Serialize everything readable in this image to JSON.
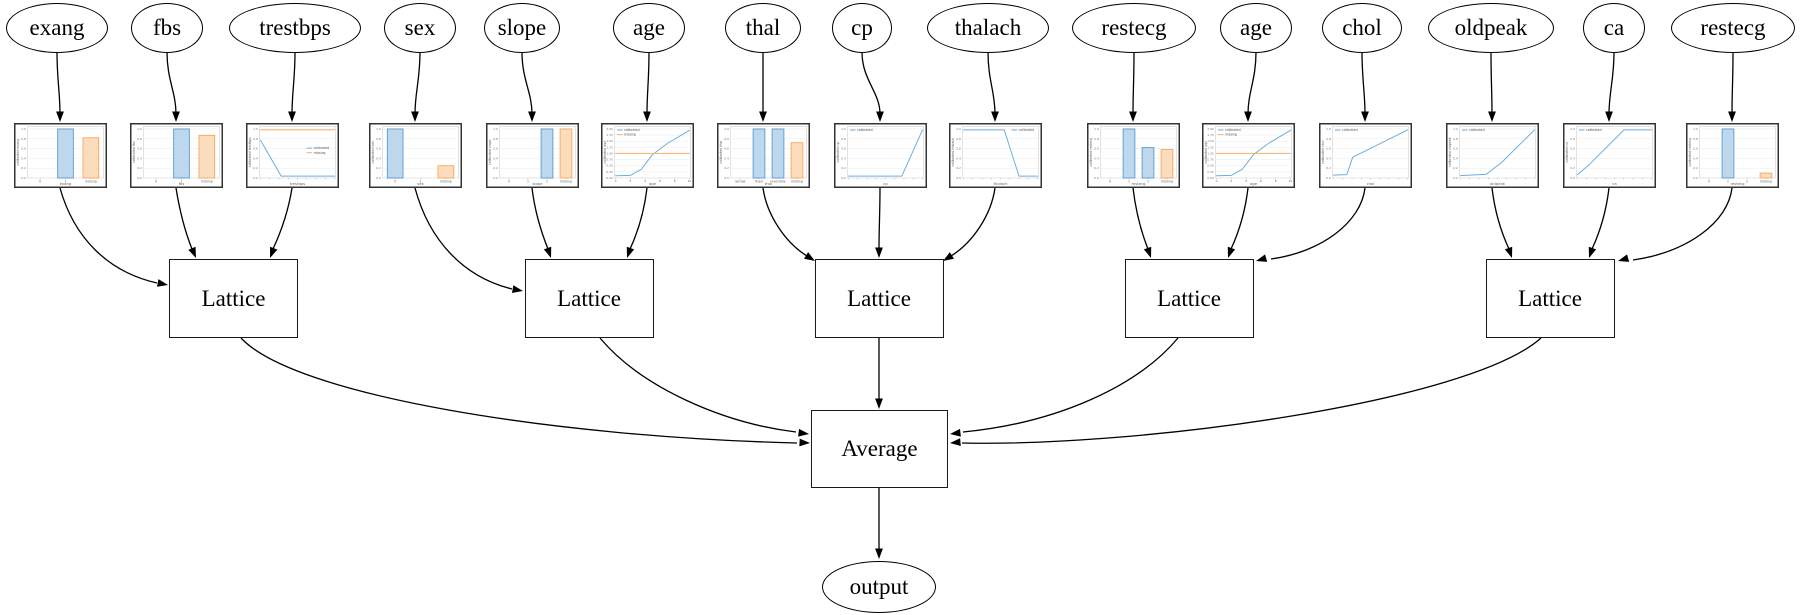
{
  "diagram": {
    "kind": "lattice-ensemble-model-graph",
    "features": [
      "exang",
      "fbs",
      "trestbps",
      "sex",
      "slope",
      "age",
      "thal",
      "cp",
      "thalach",
      "restecg",
      "age",
      "chol",
      "oldpeak",
      "ca",
      "restecg"
    ],
    "groups": [
      {
        "lattice_label": "Lattice",
        "inputs": [
          "exang",
          "fbs",
          "trestbps"
        ]
      },
      {
        "lattice_label": "Lattice",
        "inputs": [
          "sex",
          "slope",
          "age"
        ]
      },
      {
        "lattice_label": "Lattice",
        "inputs": [
          "thal",
          "cp",
          "thalach"
        ]
      },
      {
        "lattice_label": "Lattice",
        "inputs": [
          "restecg",
          "age",
          "chol"
        ]
      },
      {
        "lattice_label": "Lattice",
        "inputs": [
          "oldpeak",
          "ca",
          "restecg"
        ]
      }
    ],
    "combiner_label": "Average",
    "output_label": "output"
  },
  "legend_labels": {
    "calibrated": "calibrated",
    "missing": "missing"
  },
  "colors": {
    "edge_black": "#000000",
    "bar_blue_fill": "#BDD7EC",
    "bar_blue_edge": "#5B9BD1",
    "bar_orange_fill": "#FBDDBD",
    "bar_orange_edge": "#F5A75E",
    "line_blue": "#6FAEDB",
    "line_orange": "#F9AE63",
    "grid_gray": "#ebebeb",
    "tick_gray": "#777777"
  },
  "chart_data": [
    {
      "type": "bar",
      "feature": "exang",
      "xlabel": "exang",
      "ylabel": "calibrated exang",
      "categories": [
        "0",
        "1",
        "missing"
      ],
      "values": [
        null,
        1.0,
        0.82
      ],
      "bar_colors": [
        null,
        "blue",
        "orange"
      ],
      "ylim": [
        0,
        1.05
      ],
      "yticks": [
        "0.0",
        "0.2",
        "0.4",
        "0.6",
        "0.8",
        "1.0"
      ]
    },
    {
      "type": "bar",
      "feature": "fbs",
      "xlabel": "fbs",
      "ylabel": "calibrated fbs",
      "categories": [
        "0",
        "1",
        "missing"
      ],
      "values": [
        null,
        1.0,
        0.87
      ],
      "bar_colors": [
        null,
        "blue",
        "orange"
      ],
      "ylim": [
        0,
        1.05
      ],
      "yticks": [
        "0.0",
        "0.2",
        "0.4",
        "0.6",
        "0.8",
        "1.0"
      ]
    },
    {
      "type": "line",
      "feature": "trestbps",
      "xlabel": "trestbps",
      "ylabel": "calibrated trestbps",
      "xlim": [
        0,
        10
      ],
      "ylim": [
        0,
        1.05
      ],
      "yticks": [
        "0.0",
        "0.2",
        "0.4",
        "0.6",
        "0.8",
        "1.0"
      ],
      "series": [
        {
          "name": "calibrated",
          "color": "blue",
          "points": [
            [
              0,
              0.78
            ],
            [
              2.8,
              0.02
            ],
            [
              10,
              0.02
            ]
          ]
        },
        {
          "name": "missing",
          "color": "orange",
          "points": [
            [
              0,
              1.0
            ],
            [
              10,
              1.0
            ]
          ]
        }
      ],
      "legend": "right"
    },
    {
      "type": "bar",
      "feature": "sex",
      "xlabel": "sex",
      "ylabel": "calibrated sex",
      "categories": [
        "0",
        "1",
        "missing"
      ],
      "values": [
        1.0,
        null,
        0.25
      ],
      "bar_colors": [
        "blue",
        null,
        "orange"
      ],
      "ylim": [
        0,
        1.05
      ],
      "yticks": [
        "0.0",
        "0.2",
        "0.4",
        "0.6",
        "0.8",
        "1.0"
      ]
    },
    {
      "type": "bar",
      "feature": "slope",
      "xlabel": "slope",
      "ylabel": "calibrated slope",
      "categories": [
        "0",
        "1",
        "2",
        "missing"
      ],
      "values": [
        null,
        null,
        1.0,
        1.0
      ],
      "bar_colors": [
        null,
        null,
        "blue",
        "orange"
      ],
      "ylim": [
        0,
        1.05
      ],
      "yticks": [
        "0.0",
        "0.2",
        "0.4",
        "0.6",
        "0.8",
        "1.0"
      ]
    },
    {
      "type": "line",
      "feature": "age",
      "xlabel": "age",
      "ylabel": "calibrated age",
      "xlim": [
        0,
        10
      ],
      "ylim": [
        0,
        2.1
      ],
      "yticks": [
        "0.00",
        "0.25",
        "0.50",
        "0.75",
        "1.00",
        "1.25",
        "1.50",
        "1.75",
        "2.00"
      ],
      "xticks": [
        "0",
        "2",
        "4",
        "6",
        "8",
        "10"
      ],
      "series": [
        {
          "name": "calibrated",
          "color": "blue",
          "points": [
            [
              0,
              0.05
            ],
            [
              2,
              0.07
            ],
            [
              3.5,
              0.33
            ],
            [
              5,
              0.95
            ],
            [
              7,
              1.42
            ],
            [
              10,
              1.98
            ]
          ]
        },
        {
          "name": "missing",
          "color": "orange",
          "points": [
            [
              0,
              1.0
            ],
            [
              10,
              1.0
            ]
          ]
        }
      ],
      "legend": "topleft"
    },
    {
      "type": "bar",
      "feature": "thal",
      "xlabel": "thal",
      "ylabel": "calibrated thal",
      "categories": [
        "normal",
        "fixed",
        "reversible",
        "missing"
      ],
      "values": [
        null,
        1.0,
        1.0,
        0.72
      ],
      "bar_colors": [
        null,
        "blue",
        "blue",
        "orange"
      ],
      "ylim": [
        0,
        1.05
      ],
      "yticks": [
        "0.0",
        "0.2",
        "0.4",
        "0.6",
        "0.8",
        "1.0"
      ]
    },
    {
      "type": "line",
      "feature": "cp",
      "xlabel": "cp",
      "ylabel": "calibrated cp",
      "xlim": [
        0,
        10
      ],
      "ylim": [
        0,
        1.05
      ],
      "yticks": [
        "0.0",
        "0.2",
        "0.4",
        "0.6",
        "0.8",
        "1.0"
      ],
      "series": [
        {
          "name": "calibrated",
          "color": "blue",
          "points": [
            [
              0,
              0.02
            ],
            [
              7.2,
              0.02
            ],
            [
              10,
              1.0
            ]
          ]
        }
      ],
      "legend": "topleft"
    },
    {
      "type": "line",
      "feature": "thalach",
      "xlabel": "thalach",
      "ylabel": "calibrated thalach",
      "xlim": [
        0,
        10
      ],
      "ylim": [
        0,
        1.05
      ],
      "yticks": [
        "0.0",
        "0.2",
        "0.4",
        "0.6",
        "0.8",
        "1.0"
      ],
      "series": [
        {
          "name": "calibrated",
          "color": "blue",
          "points": [
            [
              0,
              1.0
            ],
            [
              5.5,
              1.0
            ],
            [
              7.5,
              0.02
            ],
            [
              10,
              0.02
            ]
          ]
        }
      ],
      "legend": "topright"
    },
    {
      "type": "bar",
      "feature": "restecg",
      "xlabel": "restecg",
      "ylabel": "calibrated restecg",
      "categories": [
        "0",
        "1",
        "2",
        "missing"
      ],
      "values": [
        null,
        1.0,
        0.62,
        0.58
      ],
      "bar_colors": [
        null,
        "blue",
        "blue",
        "orange"
      ],
      "ylim": [
        0,
        1.05
      ],
      "yticks": [
        "0.0",
        "0.2",
        "0.4",
        "0.6",
        "0.8",
        "1.0"
      ]
    },
    {
      "type": "line",
      "feature": "age",
      "xlabel": "age",
      "ylabel": "calibrated age",
      "xlim": [
        0,
        10
      ],
      "ylim": [
        0,
        2.1
      ],
      "yticks": [
        "0.00",
        "0.25",
        "0.50",
        "0.75",
        "1.00",
        "1.25",
        "1.50",
        "1.75",
        "2.00"
      ],
      "xticks": [
        "0",
        "2",
        "4",
        "6",
        "8",
        "10"
      ],
      "series": [
        {
          "name": "calibrated",
          "color": "blue",
          "points": [
            [
              0,
              0.05
            ],
            [
              2,
              0.07
            ],
            [
              3.5,
              0.33
            ],
            [
              5,
              0.95
            ],
            [
              7,
              1.42
            ],
            [
              10,
              1.98
            ]
          ]
        },
        {
          "name": "missing",
          "color": "orange",
          "points": [
            [
              0,
              1.0
            ],
            [
              10,
              1.0
            ]
          ]
        }
      ],
      "legend": "topleft"
    },
    {
      "type": "line",
      "feature": "chol",
      "xlabel": "chol",
      "ylabel": "calibrated chol",
      "xlim": [
        0,
        10
      ],
      "ylim": [
        0,
        1.05
      ],
      "yticks": [
        "0.0",
        "0.2",
        "0.4",
        "0.6",
        "0.8",
        "1.0"
      ],
      "series": [
        {
          "name": "calibrated",
          "color": "blue",
          "points": [
            [
              0,
              0.04
            ],
            [
              1.8,
              0.05
            ],
            [
              2.6,
              0.42
            ],
            [
              10,
              1.0
            ]
          ]
        }
      ],
      "legend": "topleft"
    },
    {
      "type": "line",
      "feature": "oldpeak",
      "xlabel": "oldpeak",
      "ylabel": "calibrated oldpeak",
      "xlim": [
        0,
        10
      ],
      "ylim": [
        0,
        1.05
      ],
      "yticks": [
        "0.0",
        "0.2",
        "0.4",
        "0.6",
        "0.8",
        "1.0"
      ],
      "series": [
        {
          "name": "calibrated",
          "color": "blue",
          "points": [
            [
              0,
              0.03
            ],
            [
              3.5,
              0.06
            ],
            [
              5.5,
              0.3
            ],
            [
              10,
              1.0
            ]
          ]
        }
      ],
      "legend": "topleft"
    },
    {
      "type": "line",
      "feature": "ca",
      "xlabel": "ca",
      "ylabel": "calibrated ca",
      "xlim": [
        0,
        10
      ],
      "ylim": [
        0,
        1.05
      ],
      "yticks": [
        "0.0",
        "0.2",
        "0.4",
        "0.6",
        "0.8",
        "1.0"
      ],
      "series": [
        {
          "name": "calibrated",
          "color": "blue",
          "points": [
            [
              0,
              0.05
            ],
            [
              1.5,
              0.25
            ],
            [
              6.3,
              1.0
            ],
            [
              10,
              1.0
            ]
          ]
        }
      ],
      "legend": "topleft"
    },
    {
      "type": "bar",
      "feature": "restecg",
      "xlabel": "restecg",
      "ylabel": "calibrated restecg",
      "categories": [
        "0",
        "1",
        "2",
        "missing"
      ],
      "values": [
        null,
        1.0,
        null,
        0.1
      ],
      "bar_colors": [
        null,
        "blue",
        null,
        "orange"
      ],
      "ylim": [
        0,
        1.05
      ],
      "yticks": [
        "0.0",
        "0.2",
        "0.4",
        "0.6",
        "0.8",
        "1.0"
      ]
    }
  ]
}
